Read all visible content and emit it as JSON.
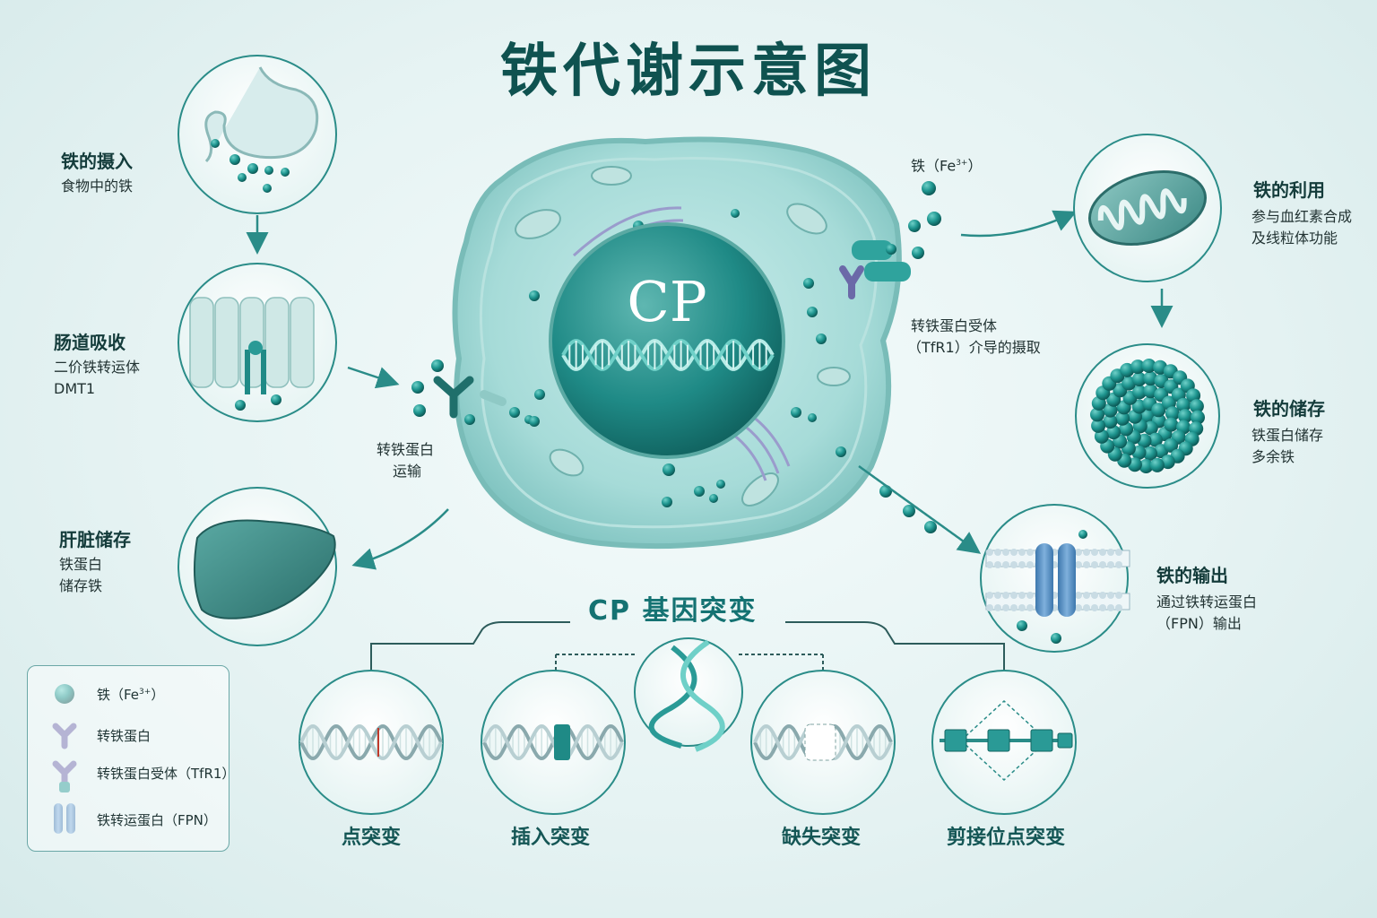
{
  "title": "铁代谢示意图",
  "cell": {
    "label": "CP"
  },
  "stages": {
    "intake": {
      "title": "铁的摄入",
      "sub": "食物中的铁"
    },
    "absorption": {
      "title": "肠道吸收",
      "sub1": "二价铁转运体",
      "sub2": "DMT1"
    },
    "liver": {
      "title": "肝脏储存",
      "sub1": "铁蛋白",
      "sub2": "储存铁"
    },
    "utilization": {
      "title": "铁的利用",
      "sub1": "参与血红素合成",
      "sub2": "及线粒体功能"
    },
    "storage": {
      "title": "铁的储存",
      "sub1": "铁蛋白储存",
      "sub2": "多余铁"
    },
    "export": {
      "title": "铁的输出",
      "sub1": "通过铁转运蛋白",
      "sub2": "（FPN）输出"
    }
  },
  "annotations": {
    "transferrin_transport_1": "转铁蛋白",
    "transferrin_transport_2": "运输",
    "iron_fe3": "铁（Fe",
    "iron_fe3_sup": "3+",
    "iron_fe3_close": "）",
    "tfr1_1": "转铁蛋白受体",
    "tfr1_2": "（TfR1）介导的摄取"
  },
  "mutations": {
    "title": "CP 基因突变",
    "items": [
      "点突变",
      "插入突变",
      "缺失突变",
      "剪接位点突变"
    ]
  },
  "legend": {
    "iron": "铁（Fe",
    "iron_sup": "3+",
    "iron_close": "）",
    "transferrin": "转铁蛋白",
    "receptor": "转铁蛋白受体（TfR1）",
    "fpn": "铁转运蛋白（FPN）"
  },
  "colors": {
    "teal_dark": "#0f5250",
    "teal": "#2a9a96",
    "teal_light": "#7fc6c2",
    "purple": "#7b7fb4",
    "blue": "#4f86b8",
    "accent_red": "#c0392b"
  }
}
